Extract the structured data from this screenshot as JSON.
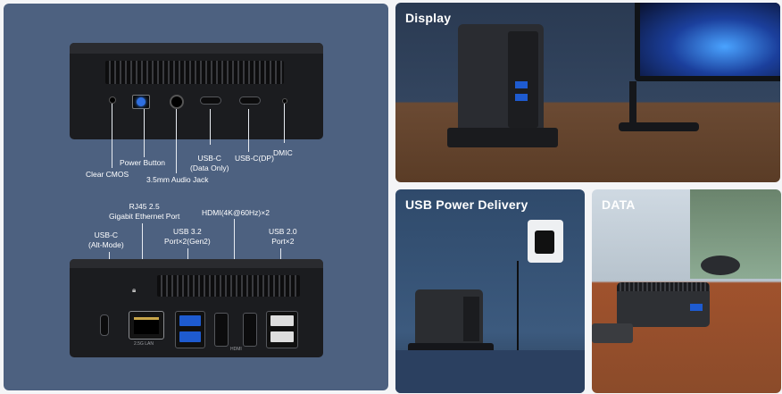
{
  "left_panel": {
    "front_labels": {
      "clear_cmos": "Clear CMOS",
      "power_button": "Power Button",
      "audio_jack": "3.5mm Audio Jack",
      "usbc_data": "USB-C\n(Data Only)",
      "usbc_dp": "USB-C(DP)",
      "dmic": "DMIC"
    },
    "rear_labels": {
      "usbc_alt": "USB-C\n(Alt-Mode)",
      "rj45": "RJ45 2.5\nGigabit Ethernet Port",
      "hdmi": "HDMI(4K@60Hz)×2",
      "usb32": "USB 3.2\nPort×2(Gen2)",
      "usb20": "USB 2.0\nPort×2"
    },
    "port_marks": {
      "lan": "2.5G LAN",
      "hdmi": "HDMI"
    }
  },
  "panels": {
    "display_title": "Display",
    "usb_pd_title": "USB Power Delivery",
    "data_title": "DATA"
  }
}
